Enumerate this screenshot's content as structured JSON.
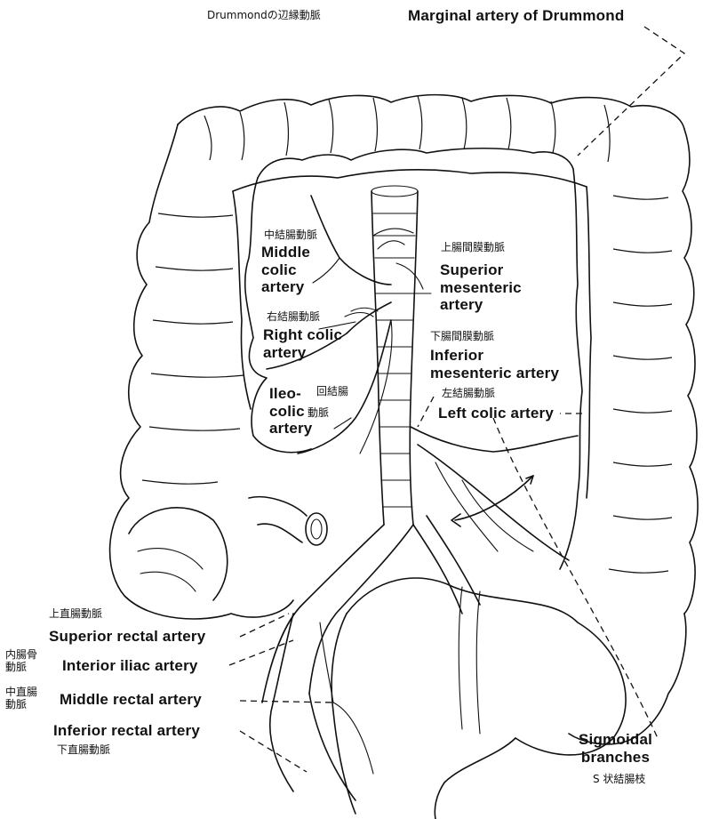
{
  "labels": {
    "marginal_ja": "Drummondの辺縁動脈",
    "marginal_en": "Marginal artery of Drummond",
    "middle_colic_ja": "中結腸動脈",
    "middle_colic_en": "Middle\ncolic\nartery",
    "sma_ja": "上腸間膜動脈",
    "sma_en": "Superior\nmesenteric\nartery",
    "right_colic_ja": "右結腸動脈",
    "right_colic_en": "Right colic\nartery",
    "ima_ja": "下腸間膜動脈",
    "ima_en": "Inferior\nmesenteric artery",
    "ileocolic_en": "Ileo-\ncolic\nartery",
    "ileocolic_ja_top": "回結腸",
    "ileocolic_ja_bottom": "動脈",
    "left_colic_ja": "左結腸動脈",
    "left_colic_en": "Left colic artery",
    "sup_rectal_ja": "上直腸動脈",
    "sup_rectal_en": "Superior rectal artery",
    "int_iliac_ja": "内腸骨\n動脈",
    "int_iliac_en": "Interior iliac artery",
    "mid_rectal_ja": "中直腸\n動脈",
    "mid_rectal_en": "Middle rectal artery",
    "inf_rectal_en": "Inferior rectal artery",
    "inf_rectal_ja": "下直腸動脈",
    "sigmoidal_en": "Sigmoidal\nbranches",
    "sigmoidal_ja": "S 状結腸枝"
  },
  "colors": {
    "ink": "#111111",
    "background": "#ffffff"
  }
}
